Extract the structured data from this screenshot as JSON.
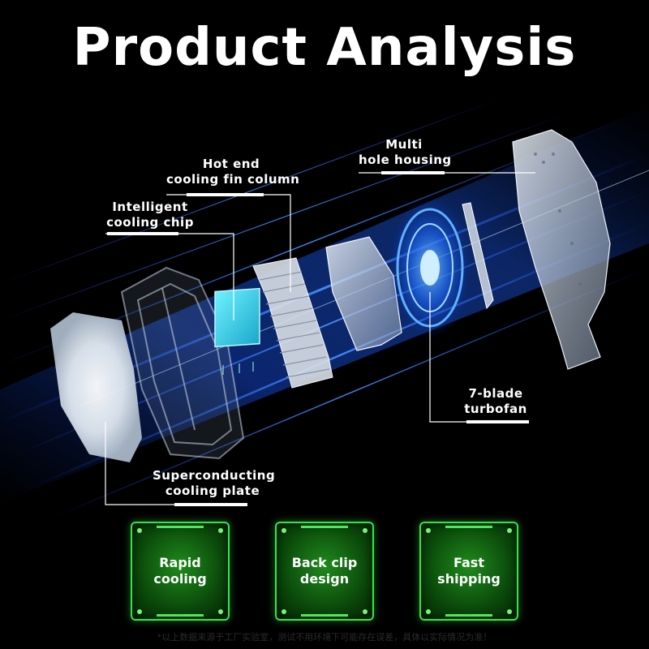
{
  "title": "Product Analysis",
  "labels": {
    "hot_end": [
      "Hot end",
      "cooling fin column"
    ],
    "chip": [
      "Intelligent",
      "cooling chip"
    ],
    "housing": [
      "Multi",
      "hole housing"
    ],
    "turbofan": [
      "7-blade",
      "turbofan"
    ],
    "plate": [
      "Superconducting",
      "cooling plate"
    ]
  },
  "features": [
    {
      "line1": "Rapid",
      "line2": "cooling"
    },
    {
      "line1": "Back clip",
      "line2": "design"
    },
    {
      "line1": "Fast",
      "line2": "shipping"
    }
  ],
  "disclaimer": "*以上数据来源于工厂实验室，测试不用环境下可能存在误差，具体以实际情况为准！",
  "colors": {
    "background": "#000000",
    "accent_blue": "#2f7cff",
    "badge_green": "#39e24a",
    "text": "#ffffff"
  }
}
